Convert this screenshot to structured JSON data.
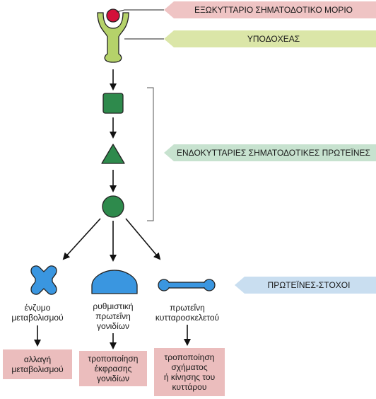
{
  "tags": {
    "signal": "ΕΞΩΚΥΤΤΑΡΙΟ ΣΗΜΑΤΟΔΟΤΙΚΟ ΜΟΡΙΟ",
    "receptor": "ΥΠΟΔΟΧΕΑΣ",
    "intracellular": "ΕΝΔΟΚΥΤΤΑΡΙΕΣ ΣΗΜΑΤΟΔΟΤΙΚΕΣ ΠΡΩΤΕΪΝΕΣ",
    "targets": "ΠΡΩΤΕΪΝΕΣ-ΣΤΟΧΟΙ"
  },
  "targets": {
    "enzyme": "ένζυμο\nμεταβολισμού",
    "regulator": "ρυθμιστική\nπρωτεΐνη\nγονιδίων",
    "cytoskeleton": "πρωτεΐνη\nκυτταροσκελετού"
  },
  "outcomes": {
    "metabolism": "αλλαγή\nμεταβολισμού",
    "expression": "τροποποίηση\nέκφρασης\nγονιδίων",
    "shape": "τροποποίηση\nσχήματος\nή κίνησης του\nκυττάρου"
  },
  "colors": {
    "signal_tag": "#efc4c4",
    "receptor_tag": "#dbe6a8",
    "intracellular_tag": "#c7e2cf",
    "targets_tag": "#c9def0",
    "receptor": "#b5d26a",
    "signal_molecule": "#d3103a",
    "intracellular_protein": "#2e8a4c",
    "target_protein": "#3a96e0",
    "outcome_box": "#ebbdbd"
  }
}
